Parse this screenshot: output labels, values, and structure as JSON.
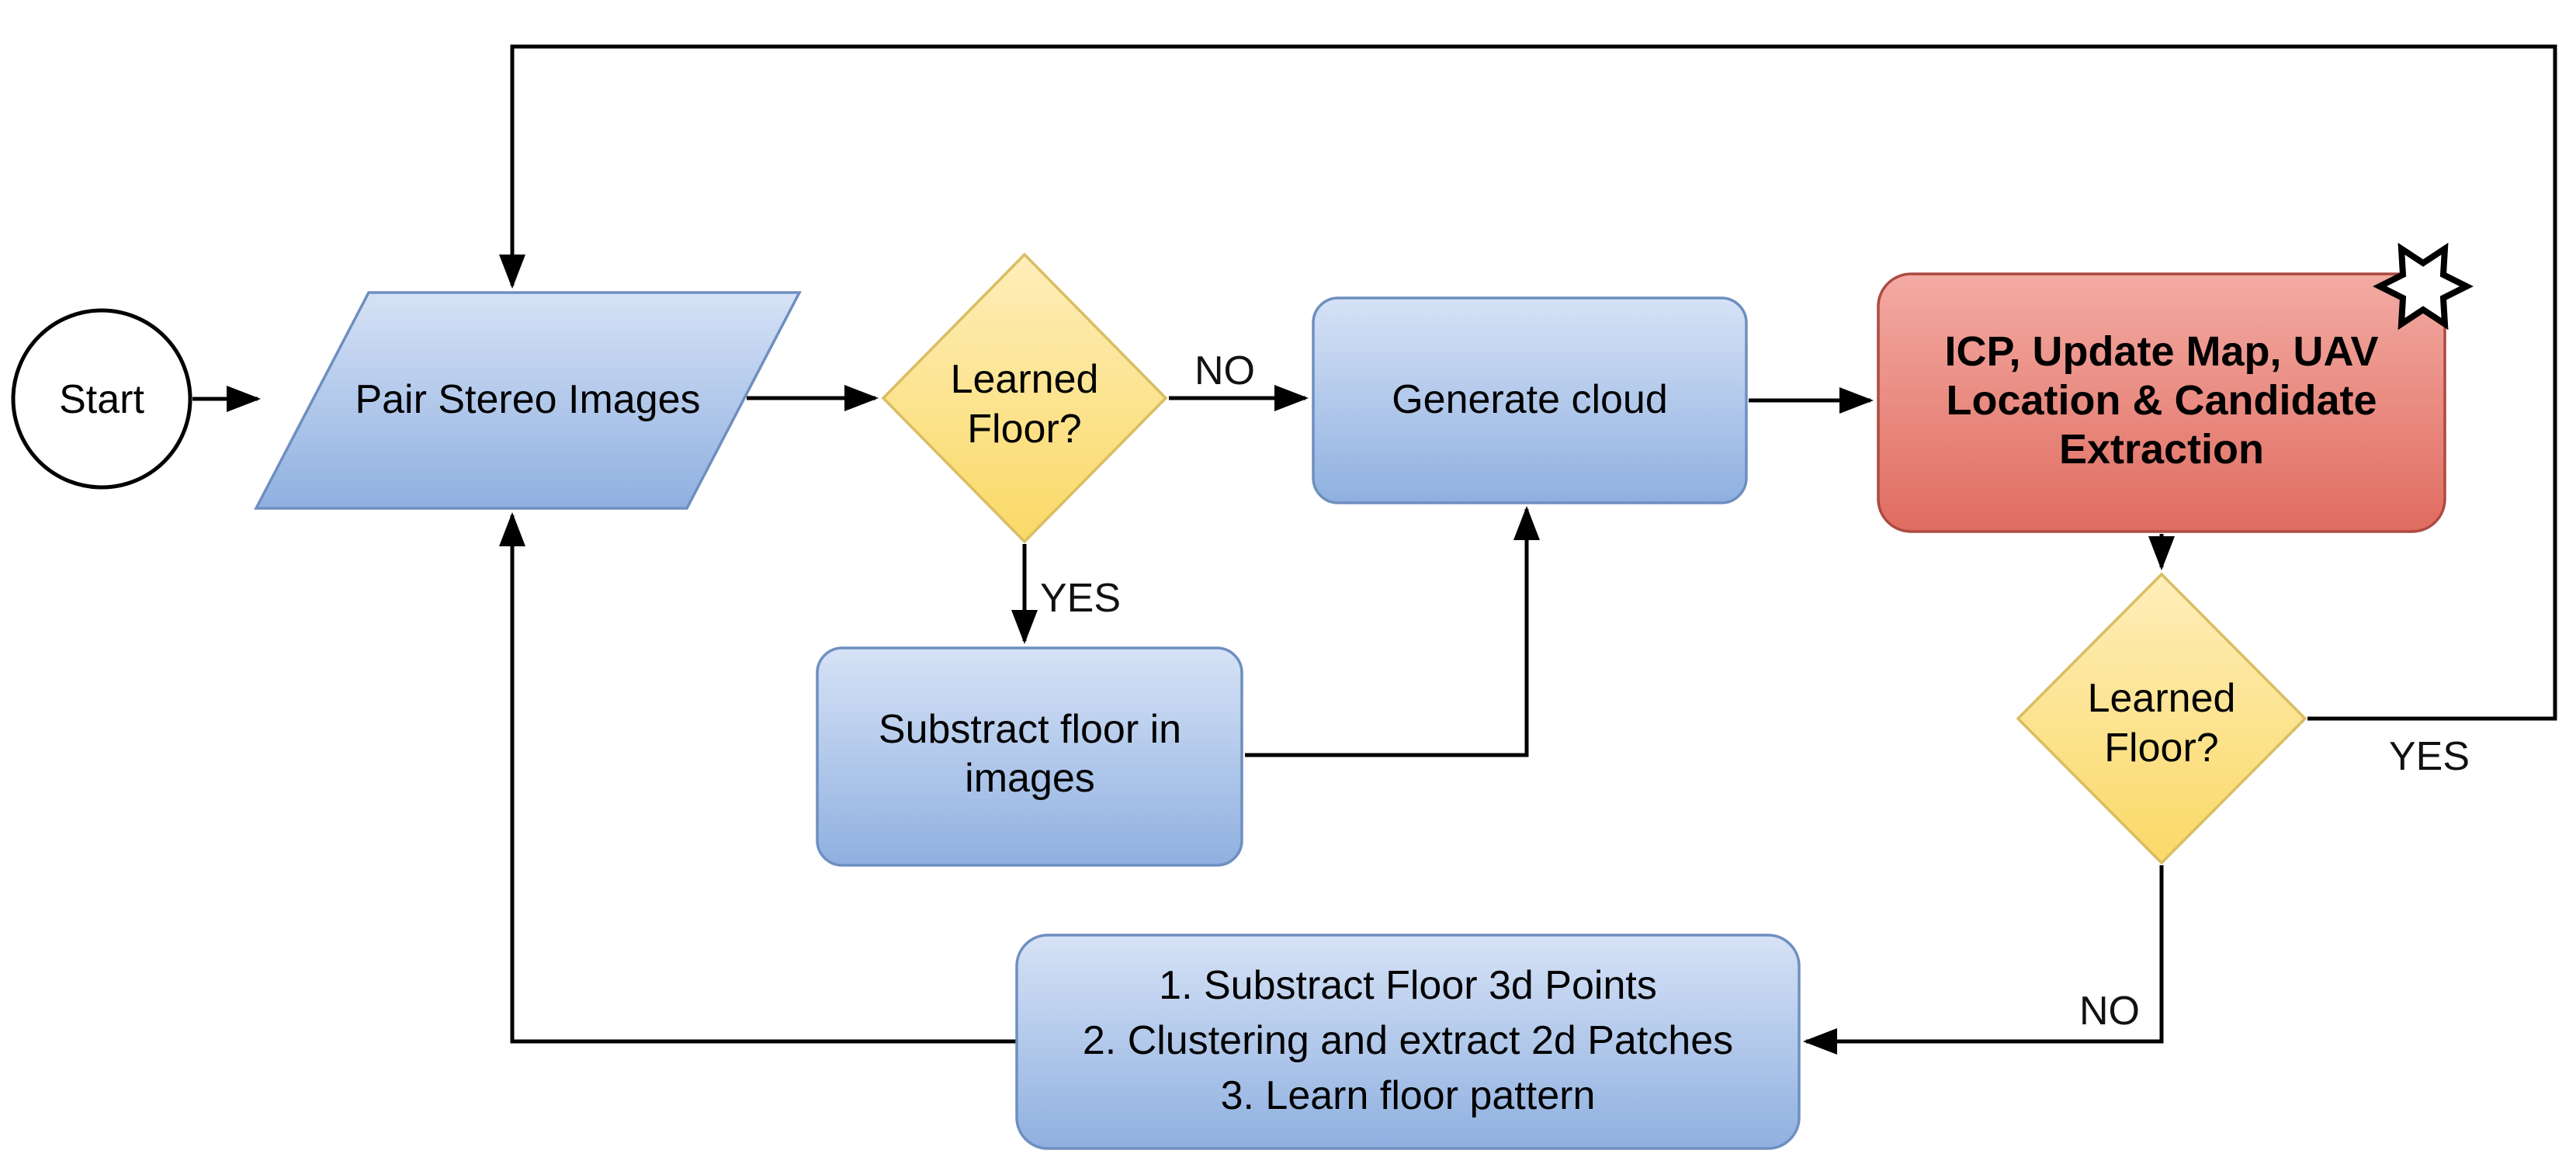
{
  "diagram": {
    "type": "flowchart",
    "background_color": "#ffffff",
    "nodes": {
      "start": {
        "shape": "circle",
        "label": "Start"
      },
      "pair_stereo_images": {
        "shape": "parallelogram",
        "label": "Pair Stereo Images"
      },
      "learned_floor_top": {
        "shape": "diamond",
        "line1": "Learned",
        "line2": "Floor?"
      },
      "generate_cloud": {
        "shape": "rounded-rect",
        "label": "Generate cloud"
      },
      "icp_update_map": {
        "shape": "rounded-rect-highlighted",
        "line1": "ICP, Update Map, UAV",
        "line2": "Location & Candidate",
        "line3": "Extraction"
      },
      "learned_floor_bottom": {
        "shape": "diamond",
        "line1": "Learned",
        "line2": "Floor?"
      },
      "subtract_floor_in_images": {
        "shape": "rounded-rect",
        "line1": "Substract floor in",
        "line2": "images"
      },
      "floor_learning_steps": {
        "shape": "rounded-rect",
        "line1": "1. Substract Floor 3d Points",
        "line2": "2. Clustering and extract 2d Patches",
        "line3": "3. Learn floor pattern"
      }
    },
    "edge_labels": {
      "no_to_generate_cloud": "NO",
      "yes_to_subtract_floor": "YES",
      "yes_loop_back_to_pairing": "YES",
      "no_to_floor_learning": "NO"
    },
    "icons": {
      "star_badge": "six-pointed-star"
    },
    "colors": {
      "process_fill_top": "#d6e2f6",
      "process_fill_bottom": "#8fb0e0",
      "process_stroke": "#6e8fbf",
      "decision_fill_top": "#feeeba",
      "decision_fill_bottom": "#fad967",
      "decision_stroke": "#d9bd62",
      "highlight_fill_top": "#f3aba3",
      "highlight_fill_bottom": "#e06c60",
      "highlight_stroke": "#ac4a42",
      "line_color": "#000000",
      "text_color": "#000000",
      "star_fill": "#ffffff",
      "star_stroke": "#000000"
    }
  }
}
